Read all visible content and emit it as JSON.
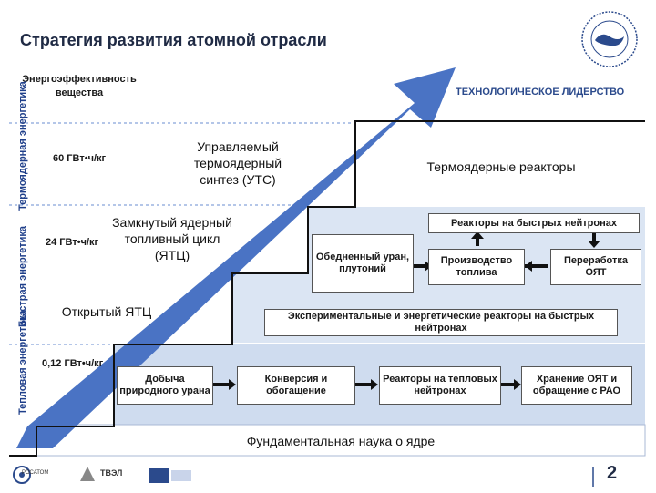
{
  "header": {
    "title": "Стратегия развития атомной отрасли",
    "left_heading": "Энергоэффективность вещества",
    "right_heading": "ТЕХНОЛОГИЧЕСКОЕ ЛИДЕРСТВО"
  },
  "rows": [
    {
      "label": "Термоядерная энергетика",
      "metric": "60 ГВт•ч/кг"
    },
    {
      "label": "Быстрая энергетика",
      "metric": "24 ГВт•ч/кг"
    },
    {
      "label": "Тепловая энергетика",
      "metric": "0,12 ГВт•ч/кг"
    }
  ],
  "stages": {
    "uts": "Управляемый термоядерный синтез (УТС)",
    "thermo_reactors": "Термоядерные реакторы",
    "ztc": "Замкнутый ядерный топливный цикл (ЯТЦ)",
    "open_ytc": "Открытый ЯТЦ",
    "fundamental": "Фундаментальная наука о ядре"
  },
  "fast_boxes": {
    "fast_reactors": "Реакторы на быстрых нейтронах",
    "depleted": "Обедненный уран, плутоний",
    "fuel_production": "Производство топлива",
    "reprocessing": "Переработка ОЯТ",
    "experimental": "Экспериментальные и энергетические реакторы на быстрых нейтронах"
  },
  "thermal_boxes": {
    "mining": "Добыча природного урана",
    "conversion": "Конверсия и обогащение",
    "thermal_reactors": "Реакторы на тепловых нейтронах",
    "storage": "Хранение ОЯТ и обращение с РАО"
  },
  "footer": {
    "page_number": "2",
    "logo1": "РОСАТОМ",
    "logo2": "ТВЭЛ"
  },
  "colors": {
    "arrow": "#4a73c4",
    "step_line": "#111111",
    "light_band": "#dbe5f3",
    "title": "#1f2a44"
  }
}
